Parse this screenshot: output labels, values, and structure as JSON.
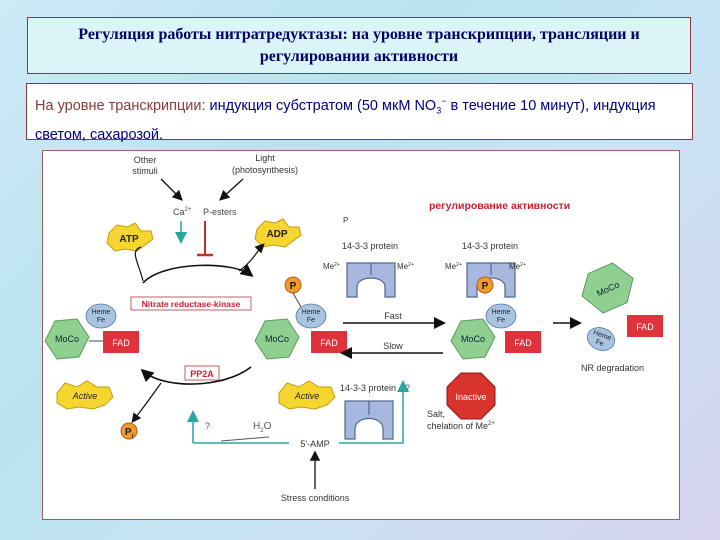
{
  "title": "Регуляция работы нитратредуктазы: на уровне транскрипции, трансляции и регулировании активности",
  "subtitle": {
    "lead": "На уровне транскрипции:",
    "text_before_sub": " индукция субстратом (50 мкМ NO",
    "sub": "3",
    "sup": "−",
    "text_after": "  в течение 10 минут), индукция светом, сахарозой."
  },
  "diagram": {
    "other_stimuli": [
      "Other",
      "stimuli"
    ],
    "light": [
      "Light",
      "(photosynthesis)"
    ],
    "ca": "Ca",
    "ca_sup": "2+",
    "p_esters": "P-esters",
    "atp": "ATP",
    "adp": "ADP",
    "kinase": "Nitrate reductase-kinase",
    "moco": "MoCo",
    "fad": "FAD",
    "heme": [
      "Heme",
      "Fe"
    ],
    "p": "P",
    "p_i": "P",
    "p_i_sub": "i",
    "p_label": "P",
    "pp2a": "PP2A",
    "active": "Active",
    "protein_1433": "14-3-3 protein",
    "mg": "Me",
    "mg_sup": "2+",
    "fast": "Fast",
    "slow": "Slow",
    "inactive": "Inactive",
    "q1": "?",
    "q2": "?",
    "h2o": "H",
    "h2o_sub": "2",
    "h2o_o": "O",
    "amp": "5'-AMP",
    "salt": [
      "Salt,",
      "chelation of Me"
    ],
    "salt_sup": "2+",
    "stress": "Stress conditions",
    "nr_degradation": "NR degradation",
    "activity_label": "регулирование активности"
  },
  "colors": {
    "moco": "#8fcf8f",
    "fad": "#e0323a",
    "protein": "#a6b8de",
    "badge": "#f5d62e",
    "inactive": "#d8342c",
    "kinase_text": "#cc2030",
    "arrow_teal": "#2aa6a0",
    "arrow_dark": "#111111"
  }
}
